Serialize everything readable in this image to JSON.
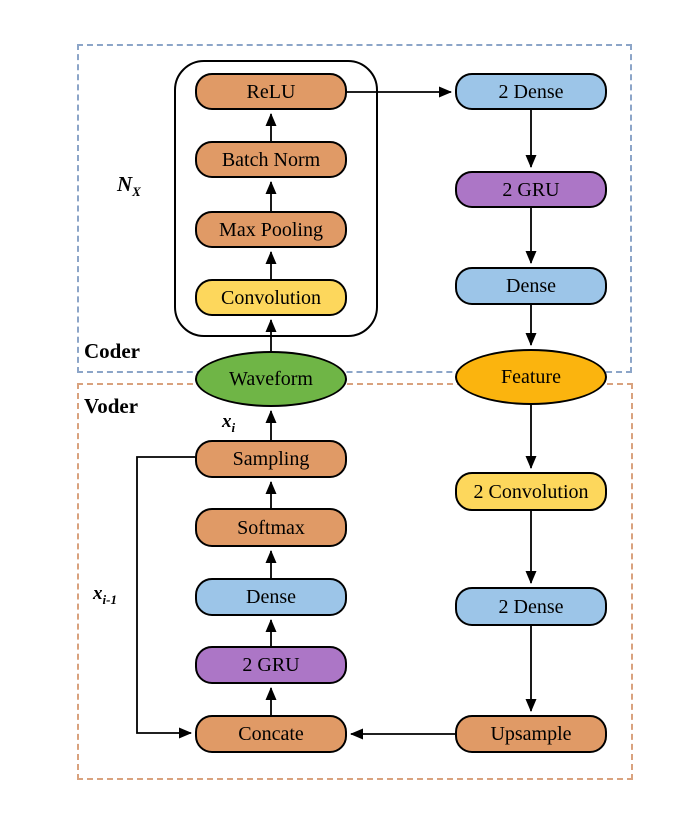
{
  "figure": {
    "regions": {
      "coder": {
        "label": "Coder"
      },
      "voder": {
        "label": "Voder"
      }
    },
    "annotations": {
      "nx_main": "N",
      "nx_sub": "X",
      "xi_main": "x",
      "xi_sub": "i",
      "xprev_main": "x",
      "xprev_sub": "i-1"
    },
    "nodes": {
      "relu": "ReLU",
      "batch_norm": "Batch Norm",
      "max_pooling": "Max Pooling",
      "convolution": "Convolution",
      "dense2_enc": "2 Dense",
      "gru2_enc": "2 GRU",
      "dense_enc": "Dense",
      "waveform": "Waveform",
      "feature": "Feature",
      "sampling": "Sampling",
      "softmax": "Softmax",
      "dense_dec": "Dense",
      "gru2_dec": "2 GRU",
      "concate": "Concate",
      "conv2_dec": "2 Convolution",
      "dense2_dec": "2 Dense",
      "upsample": "Upsample"
    },
    "colors": {
      "orange": "#E09A66",
      "yellow": "#FDD75C",
      "blue": "#9CC5E8",
      "purple": "#AC76C6",
      "green": "#6FB546",
      "gold": "#FBB40E",
      "coder-border": "#8CA5C8",
      "voder-border": "#D9A27E"
    }
  }
}
